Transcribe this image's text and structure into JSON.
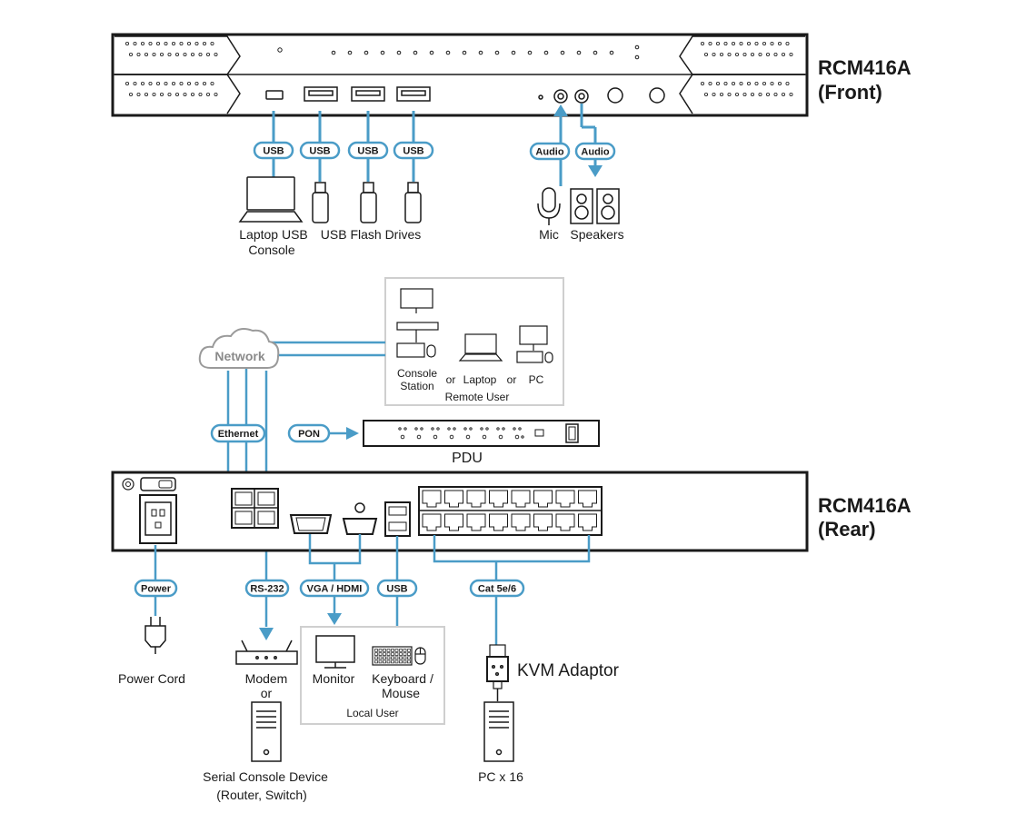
{
  "front": {
    "model": "RCM416A",
    "side": "(Front)"
  },
  "rear": {
    "model": "RCM416A",
    "side": "(Rear)"
  },
  "pills": {
    "usb1": "USB",
    "usb2": "USB",
    "usb3": "USB",
    "usb4": "USB",
    "audio_mic": "Audio",
    "audio_spk": "Audio",
    "ethernet": "Ethernet",
    "pon": "PON",
    "power": "Power",
    "rs232": "RS-232",
    "vga_hdmi": "VGA / HDMI",
    "usb_rear": "USB",
    "cat": "Cat 5e/6"
  },
  "labels": {
    "laptop_usb_1": "Laptop USB",
    "laptop_usb_2": "Console",
    "usb_flash": "USB Flash Drives",
    "mic": "Mic",
    "speakers": "Speakers",
    "network": "Network",
    "console_station_1": "Console",
    "console_station_2": "Station",
    "or1": "or",
    "laptop": "Laptop",
    "or2": "or",
    "pc": "PC",
    "remote_user": "Remote User",
    "pdu": "PDU",
    "power_cord": "Power Cord",
    "modem": "Modem",
    "modem_or": "or",
    "serial_1": "Serial Console Device",
    "serial_2": "(Router, Switch)",
    "monitor": "Monitor",
    "keyboard_1": "Keyboard /",
    "keyboard_2": "Mouse",
    "local_user": "Local User",
    "kvm_adaptor": "KVM Adaptor",
    "pc_x16": "PC x 16"
  },
  "colors": {
    "cable": "#4a9cc7",
    "device": "#1a1a1a",
    "panel_box": "#cfcfcf",
    "cloud": "#9a9a9a"
  }
}
